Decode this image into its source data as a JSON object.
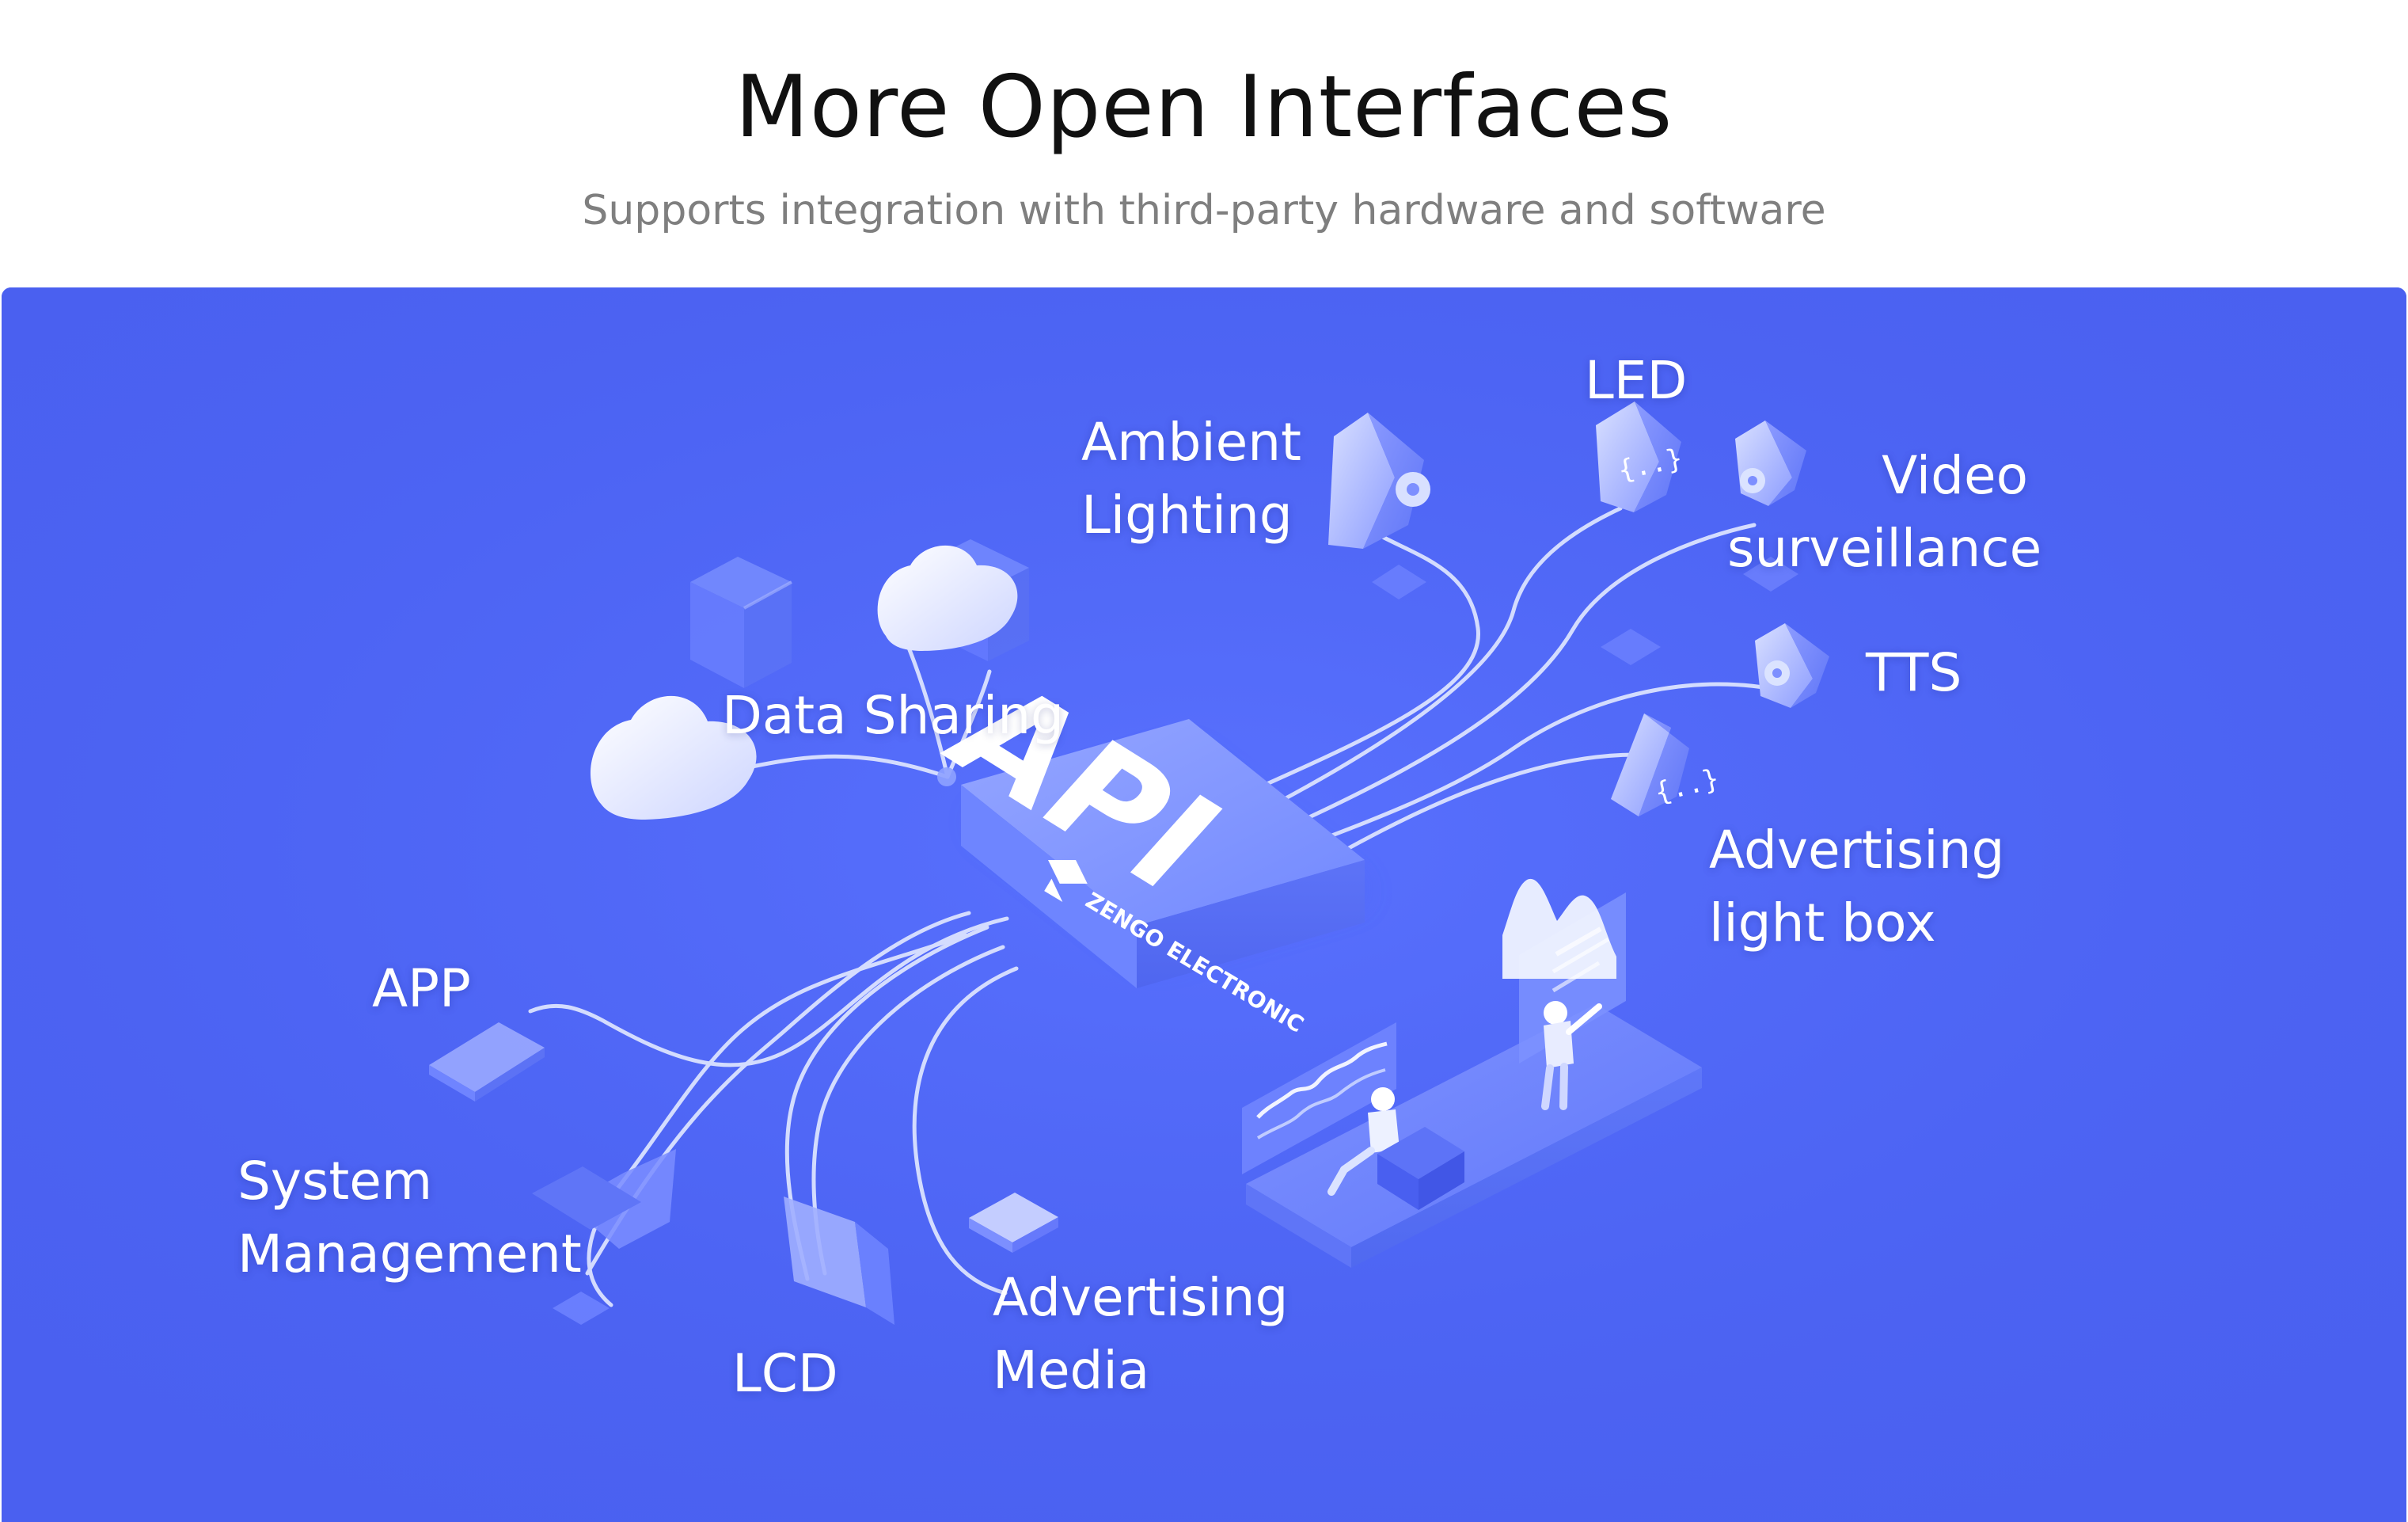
{
  "header": {
    "title": "More Open Interfaces",
    "subtitle": "Supports integration with third-party hardware and software"
  },
  "hub": {
    "label": "API",
    "logo_text": "ZENGO ELECTRONIC"
  },
  "interfaces": {
    "ambient_lighting": "Ambient\nLighting",
    "led": "LED",
    "video_surveillance": "Video\nsurveillance",
    "tts": "TTS",
    "advertising_light_box": "Advertising\nlight box",
    "data_sharing": "Data Sharing",
    "app": "APP",
    "system_management": "System\nManagement",
    "lcd": "LCD",
    "advertising_media": "Advertising\nMedia"
  },
  "icons": {
    "gear": "gear-icon",
    "code": "code-braces-icon",
    "cloud": "cloud-icon",
    "server": "server-stack-icon"
  },
  "colors": {
    "panel": "#4a60f0",
    "panel_light": "#6c80ff",
    "title": "#111111",
    "subtitle": "#7f7f7f",
    "line": "#dfe6ff",
    "white": "#ffffff"
  }
}
